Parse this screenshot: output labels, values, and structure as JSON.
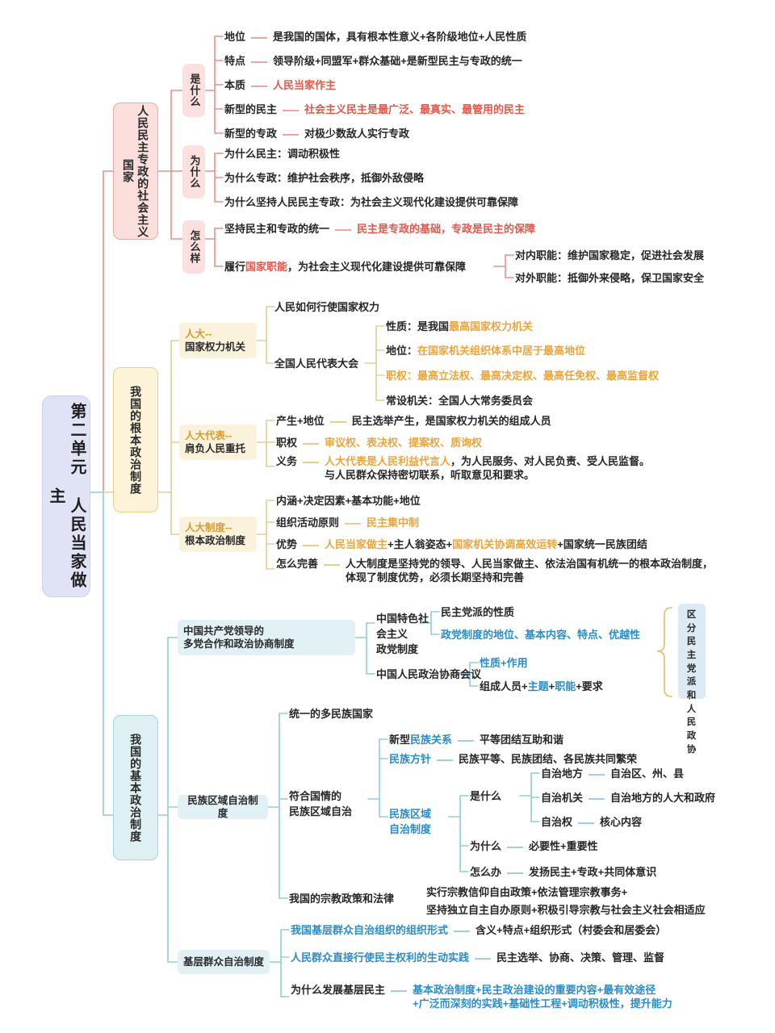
{
  "meta": {
    "title": "第二单元 人民当家做主 思维导图",
    "colors": {
      "pink_accent": "#e4574a",
      "orange_accent": "#eda43b",
      "blue_accent": "#2a8cc9",
      "root_bg": "#dfe3f5",
      "pink_bg": "#fadfdc",
      "yellow_bg": "#fdf3d9",
      "blue_bg": "#dff0f3"
    }
  },
  "root": {
    "label": "第二单元 人民当家做主"
  },
  "branch1": {
    "label": "人民民主专政的社会主义国家",
    "sub1": {
      "label": "是什么",
      "rows": [
        {
          "key": "地位",
          "value": "是我国的国体，具有根本性意义+各阶级地位+人民性质",
          "value_color": "dark"
        },
        {
          "key": "特点",
          "value": "领导阶级+同盟军+群众基础+是新型民主与专政的统一",
          "value_color": "dark"
        },
        {
          "key": "本质",
          "value": "人民当家作主",
          "value_color": "red"
        },
        {
          "key": "新型的民主",
          "value": "社会主义民主是最广泛、最真实、最管用的民主",
          "value_color": "red"
        },
        {
          "key": "新型的专政",
          "value": "对极少数敌人实行专政",
          "value_color": "dark"
        }
      ]
    },
    "sub2": {
      "label": "为什么",
      "rows": [
        {
          "text": "为什么民主：调动积极性"
        },
        {
          "text": "为什么专政：维护社会秩序，抵御外敌侵略"
        },
        {
          "text": "为什么坚持人民民主专政：为社会主义现代化建设提供可靠保障"
        }
      ]
    },
    "sub3": {
      "label": "怎么样",
      "row1_key": "坚持民主和专政的统一",
      "row1_value": "民主是专政的基础，专政是民主的保障",
      "row2_pre": "履行",
      "row2_hl": "国家职能",
      "row2_post": "，为社会主义现代化建设提供可靠保障",
      "row2_children": [
        "对内职能：维护国家稳定，促进社会发展",
        "对外职能：抵御外来侵略，保卫国家安全"
      ]
    }
  },
  "branch2": {
    "label": "我国的根本政治制度",
    "sub1": {
      "label_l1": "人大--",
      "label_l2": "国家权力机关",
      "item1": "人民如何行使国家权力",
      "item2_label": "全国人民代表大会",
      "item2_rows": [
        {
          "key": "性质：",
          "pre": "是我国",
          "hl": "最高国家权力机关",
          "hl_color": "orange",
          "post": ""
        },
        {
          "key": "地位：",
          "pre": "",
          "hl": "在国家机关组织体系中居于最高地位",
          "hl_color": "orange",
          "post": ""
        },
        {
          "key": "职权：",
          "pre": "",
          "hl": "最高立法权、最高决定权、最高任免权、最高监督权",
          "hl_color": "orange",
          "post": ""
        },
        {
          "key": "常设机关：",
          "pre": "全国人大常务委员会",
          "hl": "",
          "hl_color": "dark",
          "post": ""
        }
      ]
    },
    "sub2": {
      "label_l1": "人大代表--",
      "label_l2": "肩负人民重托",
      "rows": [
        {
          "key": "产生+地位",
          "value": "民主选举产生，是国家权力机关的组成人员",
          "value_color": "dark"
        },
        {
          "key": "职权",
          "value": "审议权、表决权、提案权、质询权",
          "value_color": "orange"
        },
        {
          "key": "义务",
          "value_hl": "人大代表是人民利益代言人",
          "value_rest": "，为人民服务、对人民负责、受人民监督。",
          "value_line2": "与人民群众保持密切联系，听取意见和要求。"
        }
      ]
    },
    "sub3": {
      "label_l1": "人大制度--",
      "label_l2": "根本政治制度",
      "row1": "内涵+决定因素+基本功能+地位",
      "row2_key": "组织活动原则",
      "row2_value": "民主集中制",
      "row3_key": "优势",
      "row3_parts": [
        {
          "t": "人民当家做主",
          "c": "orange"
        },
        {
          "t": "+主人翁姿态+",
          "c": "dark"
        },
        {
          "t": "国家机关协调高效运转",
          "c": "orange"
        },
        {
          "t": "+国家统一民族团结",
          "c": "dark"
        }
      ],
      "row4_key": "怎么完善",
      "row4_line1": "人大制度是坚持党的领导、人民当家做主、依法治国有机统一的根本政治制度，",
      "row4_line2": "体现了制度优势，必须长期坚持和完善"
    }
  },
  "branch3": {
    "label": "我国的基本政治制度",
    "sub1": {
      "label_l1": "中国共产党领导的",
      "label_l2": "多党合作和政治协商制度",
      "group1": {
        "label_l1": "中国特色社会主义",
        "label_l2": "政党制度",
        "rows": [
          {
            "text": "民主党派的性质",
            "color": "dark"
          },
          {
            "text": "政党制度的地位、基本内容、特点、优越性",
            "color": "blue"
          }
        ]
      },
      "group2": {
        "label": "中国人民政治协商会议",
        "rows": [
          {
            "text": "性质+作用",
            "color": "blue"
          },
          {
            "parts": [
              {
                "t": "组成人员+",
                "c": "dark"
              },
              {
                "t": "主题",
                "c": "blue"
              },
              {
                "t": "+",
                "c": "dark"
              },
              {
                "t": "职能",
                "c": "blue"
              },
              {
                "t": "+要求",
                "c": "dark"
              }
            ]
          }
        ]
      },
      "side_label": [
        "区分",
        "民主",
        "党派",
        "和",
        "人民",
        "政协"
      ]
    },
    "sub2": {
      "label": "民族区域自治制度",
      "item1": "统一的多民族国家",
      "item2_l1": "符合国情的",
      "item2_l2": "民族区域自治",
      "item2_rows": [
        {
          "key_pre": "新型",
          "key_hl": "民族关系",
          "value": "平等团结互助和谐"
        },
        {
          "key_pre": "",
          "key_hl": "民族方针",
          "value": "民族平等、民族团结、各民族共同繁荣"
        }
      ],
      "item3_l1": "民族区域",
      "item3_l2": "自治制度",
      "item3_groups": [
        {
          "label": "是什么",
          "rows": [
            {
              "key": "自治地方",
              "value": "自治区、州、县"
            },
            {
              "key": "自治机关",
              "value": "自治地方的人大和政府"
            },
            {
              "key": "自治权",
              "value": "核心内容"
            }
          ]
        }
      ],
      "item3_simple": [
        {
          "key": "为什么",
          "value": "必要性+重要性"
        },
        {
          "key": "怎么办",
          "value": "发扬民主+专政+共同体意识"
        }
      ],
      "item4_label": "我国的宗教政策和法律",
      "item4_line1": "实行宗教信仰自由政策+依法管理宗教事务+",
      "item4_line2": "坚持独立自主自办原则+积极引导宗教与社会主义社会相适应"
    },
    "sub3": {
      "label": "基层群众自治制度",
      "rows": [
        {
          "key": "我国基层群众自治组织的组织形式",
          "key_color": "blue",
          "value": "含义+特点+组织形式（村委会和居委会）",
          "value_color": "dark"
        },
        {
          "key": "人民群众直接行使民主权利的生动实践",
          "key_color": "blue",
          "value": "民主选举、协商、决策、管理、监督",
          "value_color": "dark"
        },
        {
          "key": "为什么发展基层民主",
          "key_color": "dark",
          "value_line1": "基本政治制度+民主政治建设的重要内容+最有效途径",
          "value_line2": "+广泛而深刻的实践+基础性工程+调动积极性，提升能力",
          "value_color": "blue"
        }
      ]
    }
  }
}
